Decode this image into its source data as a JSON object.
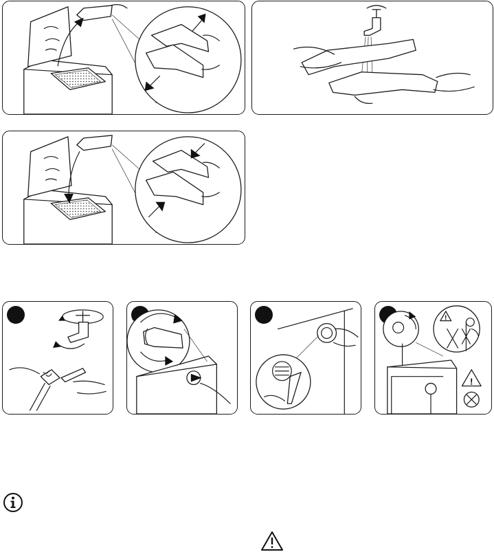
{
  "figures": [
    {
      "id": "remove-dispenser",
      "icon": "dispenser-removal-illustration"
    },
    {
      "id": "rinse-dispenser",
      "icon": "dispenser-rinse-under-tap-illustration"
    },
    {
      "id": "refit-dispenser",
      "icon": "dispenser-refit-illustration"
    }
  ],
  "hose_steps": [
    {
      "icon": "tap-unscrew-and-brush-filter-illustration"
    },
    {
      "icon": "hose-unscrew-from-machine-illustration"
    },
    {
      "icon": "inlet-filter-cleaning-illustration"
    },
    {
      "icon": "hose-reconnect-warning-illustration"
    }
  ],
  "icons": {
    "info": "info-icon",
    "warning": "warning-triangle-icon"
  },
  "colors": {
    "line": "#1a1a1a",
    "badge": "#111111",
    "background": "#ffffff"
  }
}
